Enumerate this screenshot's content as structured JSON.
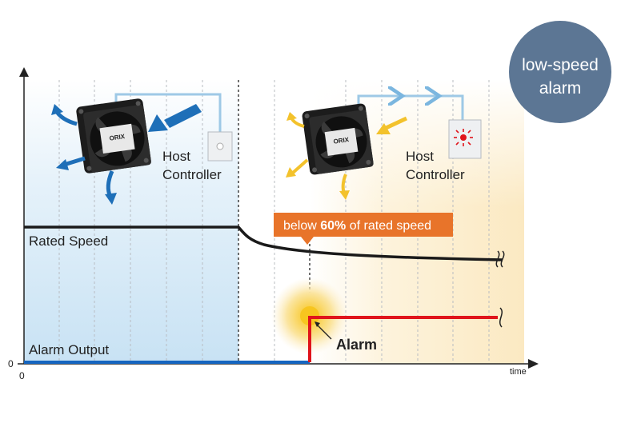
{
  "badge": {
    "line1": "low-speed",
    "line2": "alarm"
  },
  "labels": {
    "host_controller_left": [
      "Host",
      "Controller"
    ],
    "host_controller_right": [
      "Host",
      "Controller"
    ],
    "rated_speed": "Rated Speed",
    "alarm_output": "Alarm Output",
    "alarm": "Alarm",
    "callout_prefix": "below ",
    "callout_value": "60%",
    "callout_suffix": " of rated speed",
    "fan_brand": "ORIX"
  },
  "axis": {
    "origin_y": "0",
    "origin_x": "0",
    "x_label": "time"
  },
  "colors": {
    "normal_zone": "#cfe6f5",
    "alarm_zone": "#fdf0d2",
    "speed_line": "#1a1a1a",
    "alarm_line_off": "#1565c0",
    "alarm_line_on": "#e0141b",
    "callout_bg": "#e8742a",
    "badge_bg": "#5c7694",
    "flow_arrow_normal": "#1e6fb8",
    "flow_arrow_alarm": "#f3c22c",
    "signal_line": "#9ec9e6"
  }
}
